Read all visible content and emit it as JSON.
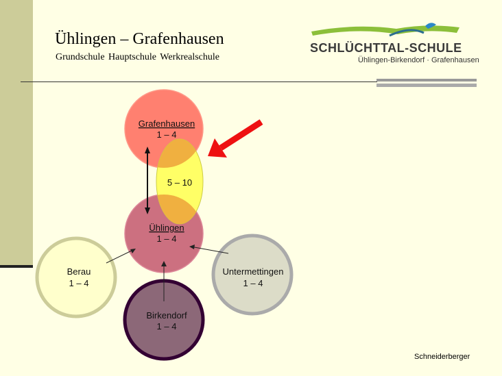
{
  "header": {
    "title": "Ühlingen – Grafenhausen",
    "subtitle": "Grundschule   Hauptschule   Werkrealschule"
  },
  "logo": {
    "name": "SCHLÜCHTTAL-SCHULE",
    "locations": "Ühlingen-Birkendorf · Grafenhausen"
  },
  "diagram": {
    "nodes": {
      "grafenhausen": {
        "name": "Grafenhausen",
        "grades": "1 – 4"
      },
      "middle": {
        "grades": "5 – 10"
      },
      "uehlingen": {
        "name": "Ühlingen",
        "grades": "1 – 4"
      },
      "berau": {
        "name": "Berau",
        "grades": "1 – 4"
      },
      "untermettingen": {
        "name": "Untermettingen",
        "grades": "1 – 4"
      },
      "birkendorf": {
        "name": "Birkendorf",
        "grades": "1 – 4"
      }
    },
    "colors": {
      "grafenhausen": "#ff8070",
      "middle": "#ffff66",
      "overlap": "#f0b040",
      "uehlingen": "#cc7080",
      "berau": "#ffffcc",
      "berau_ring": "#cccc99",
      "untermettingen": "#dcdcc8",
      "untermettingen_ring": "#aaaaaa",
      "birkendorf": "#8c6878",
      "birkendorf_ring": "#330033",
      "arrow": "#ee1111"
    }
  },
  "footer": {
    "author": "Schneiderberger"
  }
}
